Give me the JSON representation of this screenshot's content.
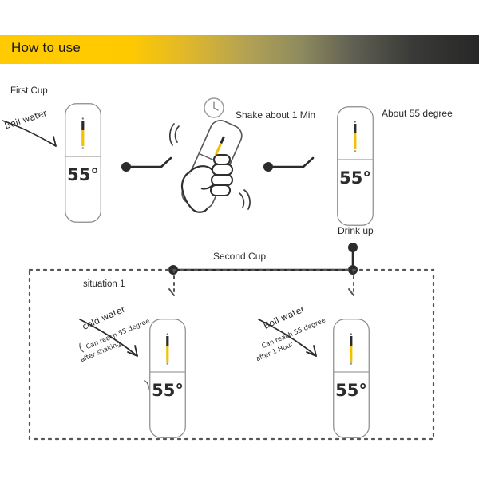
{
  "header": {
    "title": "How to  use",
    "gradient": {
      "start_color": "#ffcc00",
      "mid_color": "#c8ad4e",
      "end_color": "#2b2b2b"
    }
  },
  "theme": {
    "line_color": "#6e6e6e",
    "ink_color": "#2b2b2b",
    "accent_yellow": "#f2c200",
    "dash_color": "#555555",
    "cup_outline": "#8a8a8a"
  },
  "cup": {
    "temperature_label": "55°",
    "icon_name": "thermometer-icon"
  },
  "top_flow": {
    "stage_label": "First Cup",
    "input_label": "Boil water",
    "shake_label": "Shake about 1 Min",
    "result_label": "About 55 degree",
    "drink_label": "Drink up",
    "clock_icon": "clock-icon",
    "shake_icon": "motion-lines-icon",
    "hand_icon": "hand-holding-cup-icon",
    "cups": [
      {
        "name": "first-cup",
        "temperature_label": "55°"
      },
      {
        "name": "result-cup",
        "temperature_label": "55°"
      }
    ]
  },
  "second_cup_flow": {
    "branch_label": "Second Cup",
    "situation_label": "situation 1",
    "branches": [
      {
        "name": "cold-water-branch",
        "input_label": "cold water",
        "note_open": "(",
        "note_line1": "Can reach 55 degree",
        "note_line2": "after shaking",
        "note_close": ")",
        "cup": {
          "name": "cold-water-cup",
          "temperature_label": "55°"
        }
      },
      {
        "name": "boil-water-branch",
        "input_label": "Boil water",
        "note_line1": "Can reach 55 degree",
        "note_line2": "after 1 Hour",
        "cup": {
          "name": "boil-water-cup",
          "temperature_label": "55°"
        }
      }
    ]
  }
}
